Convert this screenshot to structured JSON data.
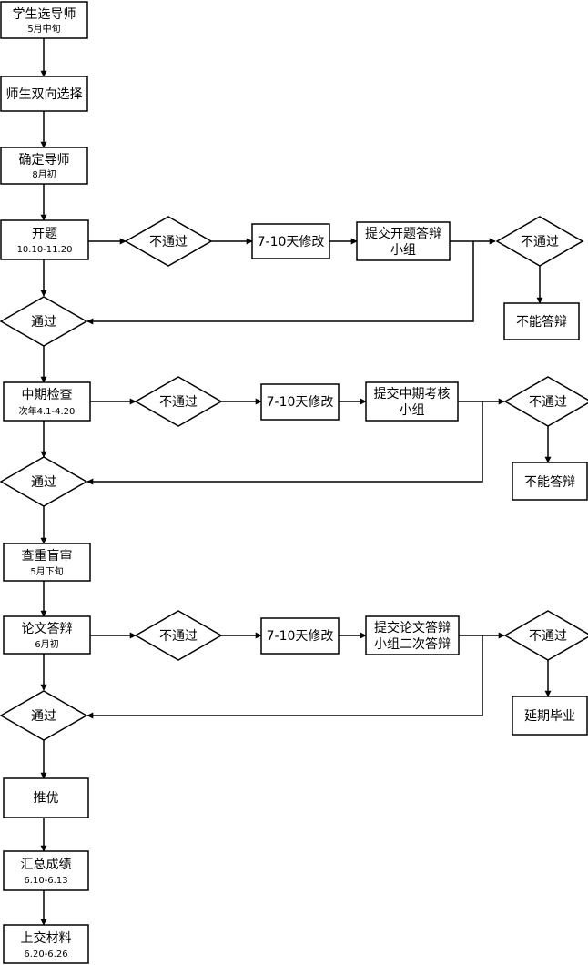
{
  "nodes": {
    "select_advisor": {
      "title": "学生选导师",
      "sub": "5月中旬"
    },
    "mutual_select": {
      "title": "师生双向选择"
    },
    "confirm_advisor": {
      "title": "确定导师",
      "sub": "8月初"
    },
    "proposal": {
      "title": "开题",
      "sub": "10.10-11.20"
    },
    "proposal_fail": {
      "title": "不通过"
    },
    "proposal_revise": {
      "title": "7-10天修改"
    },
    "proposal_submit": {
      "title": "提交开题答辩",
      "title2": "小组"
    },
    "proposal_fail2": {
      "title": "不通过"
    },
    "proposal_no_defense": {
      "title": "不能答辩"
    },
    "proposal_pass": {
      "title": "通过"
    },
    "midterm": {
      "title": "中期检查",
      "sub": "次年4.1-4.20"
    },
    "midterm_fail": {
      "title": "不通过"
    },
    "midterm_revise": {
      "title": "7-10天修改"
    },
    "midterm_submit": {
      "title": "提交中期考核",
      "title2": "小组"
    },
    "midterm_fail2": {
      "title": "不通过"
    },
    "midterm_no_defense": {
      "title": "不能答辩"
    },
    "midterm_pass": {
      "title": "通过"
    },
    "blind_review": {
      "title": "查重盲审",
      "sub": "5月下旬"
    },
    "thesis_defense": {
      "title": "论文答辩",
      "sub": "6月初"
    },
    "thesis_fail": {
      "title": "不通过"
    },
    "thesis_revise": {
      "title": "7-10天修改"
    },
    "thesis_submit": {
      "title": "提交论文答辩",
      "title2": "小组二次答辩"
    },
    "thesis_fail2": {
      "title": "不通过"
    },
    "delay_graduation": {
      "title": "延期毕业"
    },
    "thesis_pass": {
      "title": "通过"
    },
    "recommend": {
      "title": "推优"
    },
    "summarize_grades": {
      "title": "汇总成绩",
      "sub": "6.10-6.13"
    },
    "submit_materials": {
      "title": "上交材料",
      "sub": "6.20-6.26"
    }
  }
}
